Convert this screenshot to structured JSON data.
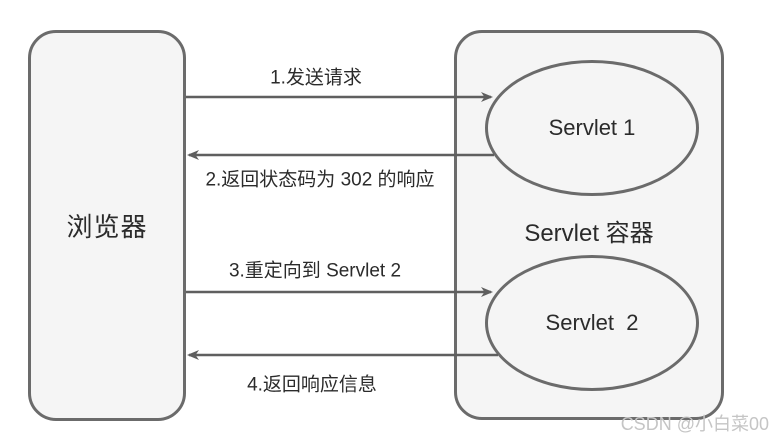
{
  "diagram": {
    "title_implicit": "Servlet redirect flow",
    "browser": {
      "label": "浏览器"
    },
    "servlet_container": {
      "label": "Servlet 容器",
      "servlet1_label": "Servlet 1",
      "servlet2_label": "Servlet  2"
    },
    "arrows": [
      {
        "label": "1.发送请求",
        "from": "浏览器",
        "to": "Servlet 1",
        "direction": "right"
      },
      {
        "label": "2.返回状态码为 302 的响应",
        "from": "Servlet 1",
        "to": "浏览器",
        "direction": "left"
      },
      {
        "label": "3.重定向到 Servlet 2",
        "from": "浏览器",
        "to": "Servlet 2",
        "direction": "right"
      },
      {
        "label": "4.返回响应信息",
        "from": "Servlet 2",
        "to": "浏览器",
        "direction": "left"
      }
    ],
    "watermark": "CSDN @小白菜00",
    "colors": {
      "node_border": "#6b6b6b",
      "node_fill": "#f5f5f5",
      "arrow": "#5f5f5f",
      "text": "#2b2b2b",
      "watermark": "#c5c5c5",
      "background": "#ffffff"
    }
  }
}
